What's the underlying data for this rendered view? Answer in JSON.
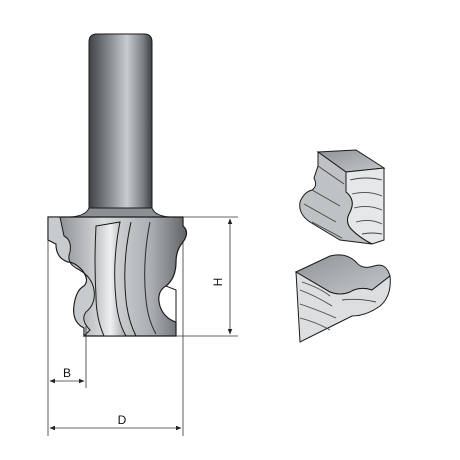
{
  "dimensions": {
    "h_label": "H",
    "b_label": "B",
    "d_label": "D"
  },
  "colors": {
    "steel_light": "#d9dbdd",
    "steel_mid": "#9fa3a7",
    "steel_dark": "#4a4d50",
    "carbide": "#b9bcbf",
    "wood_face": "#cfd1d3",
    "wood_top": "#a7abaf",
    "outline": "#1a1a1a",
    "dim_line": "#333333"
  }
}
